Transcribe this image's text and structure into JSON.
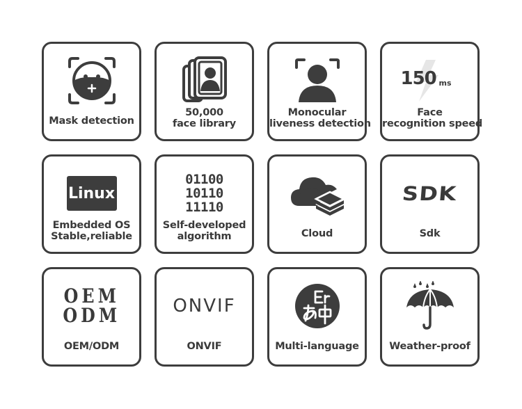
{
  "colors": {
    "dark": "#3d3d3d",
    "border": "#3d3d3d",
    "text": "#3a3a3a",
    "background": "#ffffff"
  },
  "cards": [
    {
      "icon": "face-mask-icon",
      "label_lines": [
        "Mask detection"
      ]
    },
    {
      "icon": "face-library-icon",
      "label_lines": [
        "50,000",
        "face library"
      ]
    },
    {
      "icon": "face-scan-person-icon",
      "label_lines": [
        "Monocular",
        "liveness detection"
      ]
    },
    {
      "icon": "lightning-speed-icon",
      "speed_value": "150",
      "speed_unit": "ms",
      "label_lines": [
        "Face",
        "recognition speed"
      ]
    },
    {
      "icon": "linux-badge-icon",
      "badge_text": "Linux",
      "label_lines": [
        "Embedded OS",
        "Stable,reliable"
      ]
    },
    {
      "icon": "binary-code-icon",
      "binary_lines": [
        "01100",
        "10110",
        "11110"
      ],
      "label_lines": [
        "Self-developed",
        "algorithm"
      ]
    },
    {
      "icon": "cloud-layers-icon",
      "label_lines": [
        "Cloud"
      ]
    },
    {
      "icon": "sdk-logo-icon",
      "logo_text": "SDK",
      "label_lines": [
        "Sdk"
      ]
    },
    {
      "icon": "oem-odm-icon",
      "logo_lines": [
        "OEM",
        "ODM"
      ],
      "label_lines": [
        "OEM/ODM"
      ]
    },
    {
      "icon": "onvif-logo-icon",
      "logo_text": "ONVIF",
      "label_lines": [
        "ONVIF"
      ]
    },
    {
      "icon": "language-globe-icon",
      "label_lines": [
        "Multi-language"
      ]
    },
    {
      "icon": "umbrella-rain-icon",
      "label_lines": [
        "Weather-proof"
      ]
    }
  ]
}
